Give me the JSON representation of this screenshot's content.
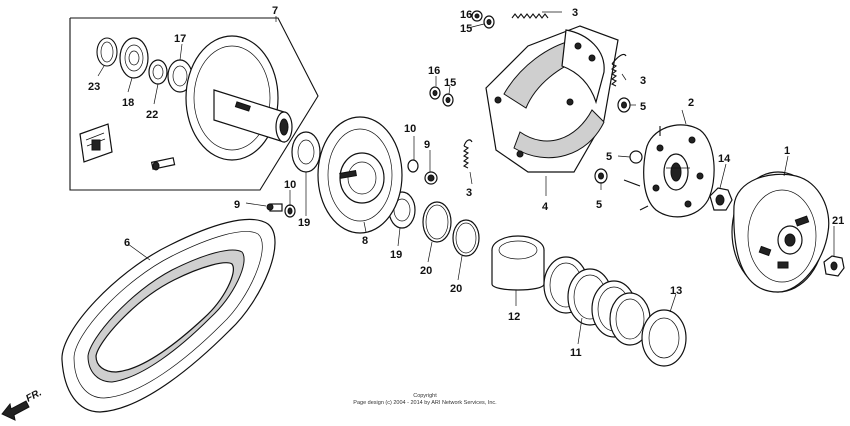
{
  "callouts": {
    "c1": "1",
    "c2": "2",
    "c3a": "3",
    "c3b": "3",
    "c3c": "3",
    "c4": "4",
    "c5a": "5",
    "c5b": "5",
    "c5c": "5",
    "c6": "6",
    "c7": "7",
    "c8": "8",
    "c9a": "9",
    "c9b": "9",
    "c10a": "10",
    "c10b": "10",
    "c11": "11",
    "c12": "12",
    "c13": "13",
    "c14": "14",
    "c15a": "15",
    "c15b": "15",
    "c16a": "16",
    "c16b": "16",
    "c17": "17",
    "c18": "18",
    "c19a": "19",
    "c19b": "19",
    "c20a": "20",
    "c20b": "20",
    "c21": "21",
    "c22": "22",
    "c23": "23"
  },
  "direction_label": "FR.",
  "copyright": {
    "line1": "Copyright",
    "line2": "Page design (c) 2004 - 2014 by ARI Network Services, Inc."
  }
}
